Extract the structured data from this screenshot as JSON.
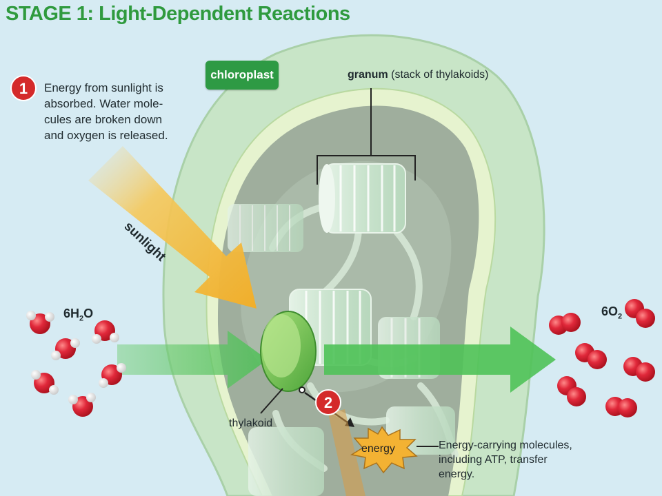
{
  "title": "STAGE 1: Light-Dependent Reactions",
  "step1": {
    "number": "1",
    "text": "Energy from sunlight is absorbed. Water mole-cules are broken down and oxygen is released."
  },
  "step2": {
    "number": "2"
  },
  "labels": {
    "chloroplast": "chloroplast",
    "granum_bold": "granum",
    "granum_rest": " (stack of thylakoids)",
    "sunlight": "sunlight",
    "water_main": "6H",
    "water_sub": "2",
    "water_end": "O",
    "oxygen_main": "6O",
    "oxygen_sub": "2",
    "thylakoid": "thylakoid",
    "energy": "energy",
    "energy_text": "Energy-carrying molecules, including ATP, transfer energy."
  },
  "colors": {
    "title_green": "#2f9a3e",
    "chloroplast_badge": "#2e9a44",
    "step_red": "#d42a2a",
    "oxygen_red": "#d8232f",
    "sunlight_yellow": "#f2b833",
    "arrow_green": "#55c25c",
    "energy_star": "#f3b233"
  }
}
